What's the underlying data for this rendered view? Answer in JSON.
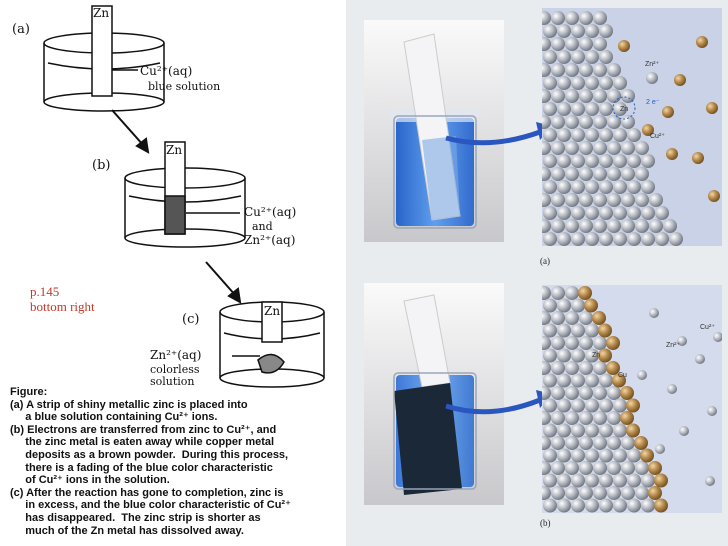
{
  "left_figure": {
    "label_a": "(a)",
    "label_b": "(b)",
    "label_c": "(c)",
    "zn_a": "Zn",
    "zn_b": "Zn",
    "zn_c": "Zn",
    "a_ion": "Cu²⁺(aq)",
    "a_desc": "blue solution",
    "b_ion1": "Cu²⁺(aq)",
    "b_and": "and",
    "b_ion2": "Zn²⁺(aq)",
    "c_ion": "Zn²⁺(aq)",
    "c_desc1": "colorless",
    "c_desc2": "solution",
    "note_line1": "p.145",
    "note_line2": "bottom right",
    "caption": [
      "Figure:",
      "(a) A strip of shiny metallic zinc is placed into",
      "     a blue solution containing Cu²⁺ ions.",
      "(b) Electrons are transferred from zinc to Cu²⁺, and",
      "     the zinc metal is eaten away while copper metal",
      "     deposits as a brown powder.  During this process,",
      "     there is a fading of the blue color characteristic",
      "     of Cu²⁺ ions in the solution.",
      "(c) After the reaction has gone to completion, zinc is",
      "     in excess, and the blue color characteristic of Cu²⁺",
      "     has disappeared.  The zinc strip is shorter as",
      "     much of the Zn metal has dissolved away."
    ]
  },
  "right_figure": {
    "panel_a_label": "(a)",
    "panel_b_label": "(b)",
    "a_zn2": "Zn²⁺",
    "a_2e": "2 e⁻",
    "a_zn": "Zn",
    "a_cu2": "Cu²⁺",
    "b_cu2": "Cu²⁺",
    "b_zn2": "Zn²⁺",
    "b_zn": "Zn",
    "b_cu": "Cu"
  },
  "colors": {
    "solution_blue": "#2f6fd0",
    "zinc_atom": "#b8bcc4",
    "copper_atom": "#b5894a",
    "note_red": "#c0392b",
    "panel_bg": "#c9d2e6"
  }
}
